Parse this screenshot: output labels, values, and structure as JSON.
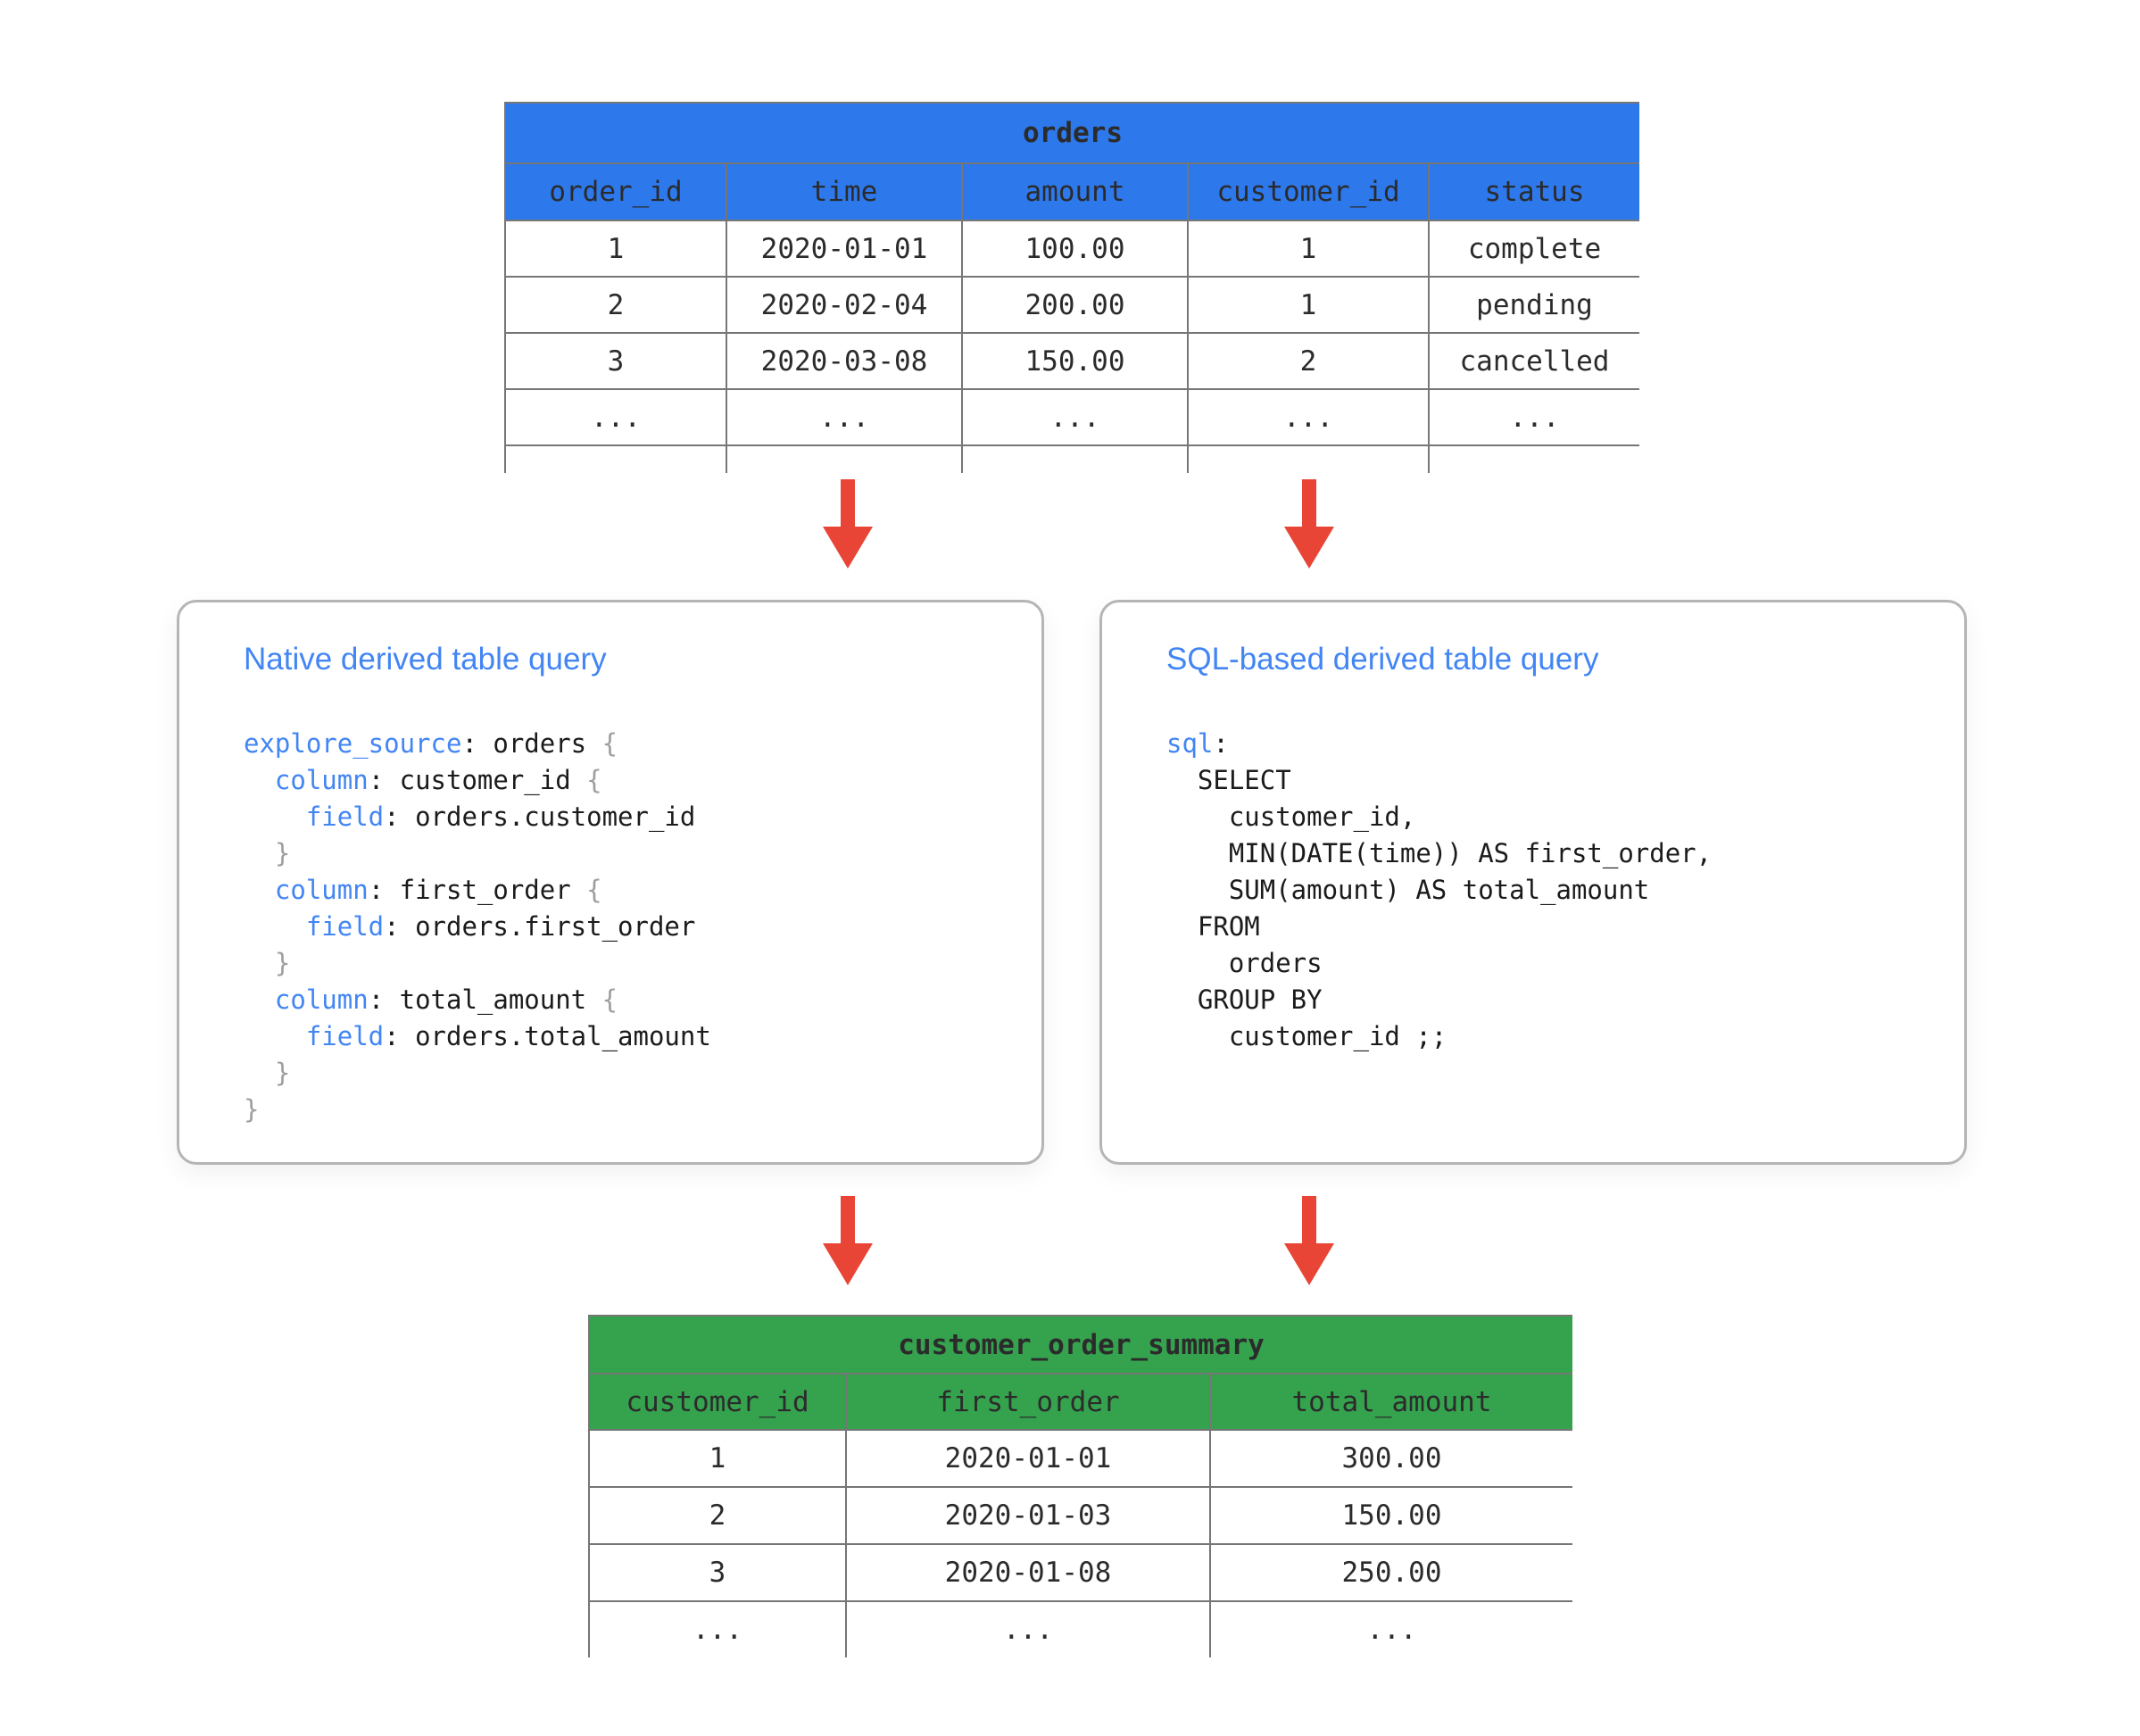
{
  "colors": {
    "header_blue": "#2D78EB",
    "header_green": "#35A24E",
    "arrow_red": "#E94536",
    "title_blue": "#4285F4",
    "keyword_blue": "#4285F4"
  },
  "orders_table": {
    "title": "orders",
    "columns": [
      "order_id",
      "time",
      "amount",
      "customer_id",
      "status"
    ],
    "rows": [
      [
        "1",
        "2020-01-01",
        "100.00",
        "1",
        "complete"
      ],
      [
        "2",
        "2020-02-04",
        "200.00",
        "1",
        "pending"
      ],
      [
        "3",
        "2020-03-08",
        "150.00",
        "2",
        "cancelled"
      ],
      [
        "...",
        "...",
        "...",
        "...",
        "..."
      ]
    ]
  },
  "native_box": {
    "title": "Native derived table query",
    "code": [
      [
        {
          "t": "kw",
          "s": "explore_source"
        },
        {
          "t": "pl",
          "s": ": orders "
        },
        {
          "t": "br",
          "s": "{"
        }
      ],
      [
        {
          "t": "pl",
          "s": "  "
        },
        {
          "t": "kw",
          "s": "column"
        },
        {
          "t": "pl",
          "s": ": customer_id "
        },
        {
          "t": "br",
          "s": "{"
        }
      ],
      [
        {
          "t": "pl",
          "s": "    "
        },
        {
          "t": "kw",
          "s": "field"
        },
        {
          "t": "pl",
          "s": ": orders.customer_id"
        }
      ],
      [
        {
          "t": "br",
          "s": "  }"
        }
      ],
      [
        {
          "t": "pl",
          "s": "  "
        },
        {
          "t": "kw",
          "s": "column"
        },
        {
          "t": "pl",
          "s": ": first_order "
        },
        {
          "t": "br",
          "s": "{"
        }
      ],
      [
        {
          "t": "pl",
          "s": "    "
        },
        {
          "t": "kw",
          "s": "field"
        },
        {
          "t": "pl",
          "s": ": orders.first_order"
        }
      ],
      [
        {
          "t": "br",
          "s": "  }"
        }
      ],
      [
        {
          "t": "pl",
          "s": "  "
        },
        {
          "t": "kw",
          "s": "column"
        },
        {
          "t": "pl",
          "s": ": total_amount "
        },
        {
          "t": "br",
          "s": "{"
        }
      ],
      [
        {
          "t": "pl",
          "s": "    "
        },
        {
          "t": "kw",
          "s": "field"
        },
        {
          "t": "pl",
          "s": ": orders.total_amount"
        }
      ],
      [
        {
          "t": "br",
          "s": "  }"
        }
      ],
      [
        {
          "t": "br",
          "s": "}"
        }
      ]
    ]
  },
  "sql_box": {
    "title": "SQL-based derived table query",
    "code": [
      [
        {
          "t": "kw",
          "s": "sql"
        },
        {
          "t": "pl",
          "s": ":"
        }
      ],
      [
        {
          "t": "pl",
          "s": "  SELECT"
        }
      ],
      [
        {
          "t": "pl",
          "s": "    customer_id,"
        }
      ],
      [
        {
          "t": "pl",
          "s": "    MIN(DATE(time)) AS first_order,"
        }
      ],
      [
        {
          "t": "pl",
          "s": "    SUM(amount) AS total_amount"
        }
      ],
      [
        {
          "t": "pl",
          "s": "  FROM"
        }
      ],
      [
        {
          "t": "pl",
          "s": "    orders"
        }
      ],
      [
        {
          "t": "pl",
          "s": "  GROUP BY"
        }
      ],
      [
        {
          "t": "pl",
          "s": "    customer_id ;;"
        }
      ]
    ]
  },
  "summary_table": {
    "title": "customer_order_summary",
    "columns": [
      "customer_id",
      "first_order",
      "total_amount"
    ],
    "rows": [
      [
        "1",
        "2020-01-01",
        "300.00"
      ],
      [
        "2",
        "2020-01-03",
        "150.00"
      ],
      [
        "3",
        "2020-01-08",
        "250.00"
      ],
      [
        "...",
        "...",
        "..."
      ]
    ]
  }
}
